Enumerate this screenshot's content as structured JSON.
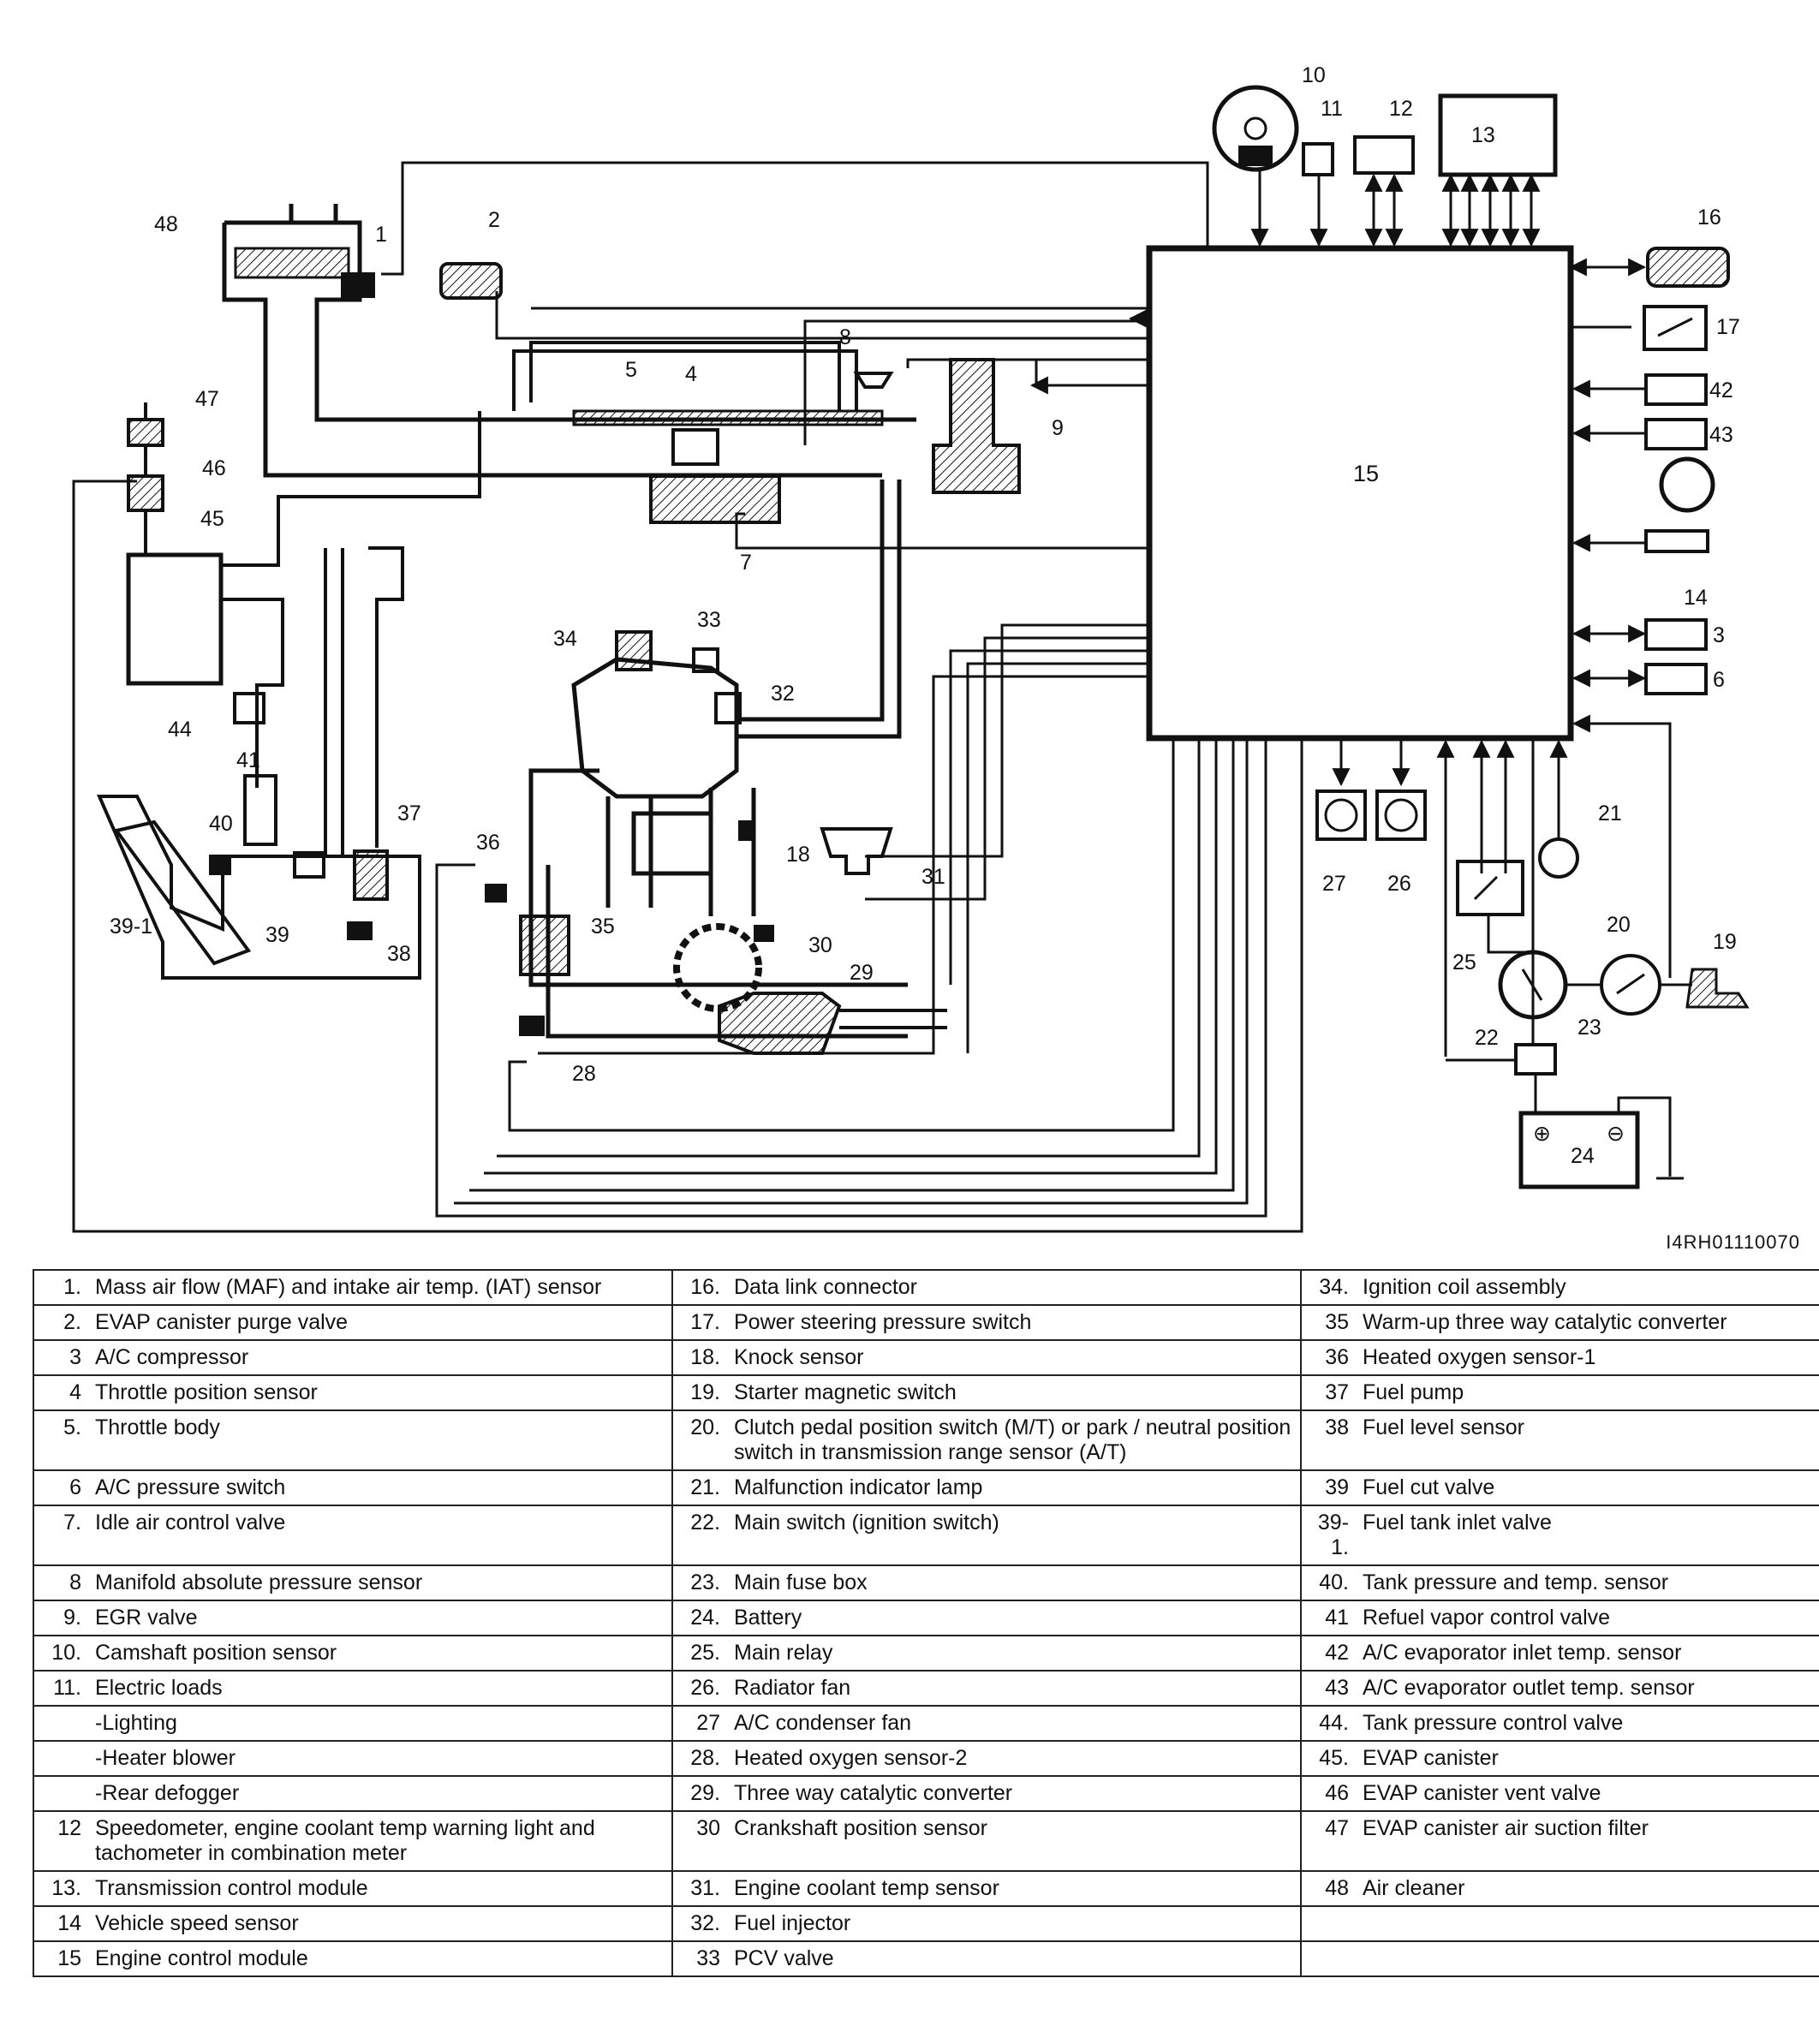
{
  "diagram": {
    "figure_code": "I4RH01110070",
    "ecm_label": "15",
    "callouts": [
      "1",
      "2",
      "3",
      "4",
      "5",
      "6",
      "7",
      "8",
      "9",
      "10",
      "11",
      "12",
      "13",
      "14",
      "16",
      "17",
      "18",
      "19",
      "20",
      "21",
      "22",
      "23",
      "24",
      "25",
      "26",
      "27",
      "28",
      "29",
      "30",
      "31",
      "32",
      "33",
      "34",
      "35",
      "36",
      "37",
      "38",
      "39",
      "39-1",
      "40",
      "41",
      "42",
      "43",
      "44",
      "45",
      "46",
      "47",
      "48"
    ]
  },
  "legend": {
    "rows": [
      [
        {
          "n": "1.",
          "t": "Mass air flow (MAF) and intake air temp. (IAT) sensor"
        },
        {
          "n": "16.",
          "t": "Data link connector"
        },
        {
          "n": "34.",
          "t": "Ignition coil assembly"
        }
      ],
      [
        {
          "n": "2.",
          "t": "EVAP canister purge valve"
        },
        {
          "n": "17.",
          "t": "Power steering pressure switch"
        },
        {
          "n": "35",
          "t": "Warm-up three way catalytic converter"
        }
      ],
      [
        {
          "n": "3",
          "t": "A/C compressor"
        },
        {
          "n": "18.",
          "t": "Knock sensor"
        },
        {
          "n": "36",
          "t": "Heated oxygen sensor-1"
        }
      ],
      [
        {
          "n": "4",
          "t": "Throttle position sensor"
        },
        {
          "n": "19.",
          "t": "Starter magnetic switch"
        },
        {
          "n": "37",
          "t": "Fuel pump"
        }
      ],
      [
        {
          "n": "5.",
          "t": "Throttle body"
        },
        {
          "n": "20.",
          "t": "Clutch pedal position switch (M/T) or park / neutral position switch in transmission range sensor (A/T)"
        },
        {
          "n": "38",
          "t": "Fuel level sensor"
        }
      ],
      [
        {
          "n": "6",
          "t": "A/C pressure switch"
        },
        {
          "n": "21.",
          "t": "Malfunction indicator lamp"
        },
        {
          "n": "39",
          "t": "Fuel cut valve"
        }
      ],
      [
        {
          "n": "7.",
          "t": "Idle air control valve"
        },
        {
          "n": "22.",
          "t": "Main switch (ignition switch)"
        },
        {
          "n": "39-1.",
          "t": "Fuel tank inlet valve"
        }
      ],
      [
        {
          "n": "8",
          "t": "Manifold absolute pressure sensor"
        },
        {
          "n": "23.",
          "t": "Main fuse box"
        },
        {
          "n": "40.",
          "t": "Tank pressure and temp. sensor"
        }
      ],
      [
        {
          "n": "9.",
          "t": "EGR valve"
        },
        {
          "n": "24.",
          "t": "Battery"
        },
        {
          "n": "41",
          "t": "Refuel vapor control valve"
        }
      ],
      [
        {
          "n": "10.",
          "t": "Camshaft position sensor"
        },
        {
          "n": "25.",
          "t": "Main relay"
        },
        {
          "n": "42",
          "t": "A/C evaporator inlet temp. sensor"
        }
      ],
      [
        {
          "n": "11.",
          "t": "Electric loads"
        },
        {
          "n": "26.",
          "t": "Radiator fan"
        },
        {
          "n": "43",
          "t": "A/C evaporator outlet temp. sensor"
        }
      ],
      [
        {
          "n": "",
          "t": "-Lighting"
        },
        {
          "n": "27",
          "t": "A/C condenser fan"
        },
        {
          "n": "44.",
          "t": "Tank pressure control valve"
        }
      ],
      [
        {
          "n": "",
          "t": "-Heater blower"
        },
        {
          "n": "28.",
          "t": "Heated oxygen sensor-2"
        },
        {
          "n": "45.",
          "t": "EVAP canister"
        }
      ],
      [
        {
          "n": "",
          "t": "-Rear defogger"
        },
        {
          "n": "29.",
          "t": "Three way catalytic converter"
        },
        {
          "n": "46",
          "t": "EVAP canister vent valve"
        }
      ],
      [
        {
          "n": "12",
          "t": "Speedometer, engine coolant temp warning light and tachometer in combination meter"
        },
        {
          "n": "30",
          "t": "Crankshaft position sensor"
        },
        {
          "n": "47",
          "t": "EVAP canister air suction filter"
        }
      ],
      [
        {
          "n": "13.",
          "t": "Transmission control module"
        },
        {
          "n": "31.",
          "t": "Engine coolant temp sensor"
        },
        {
          "n": "48",
          "t": "Air cleaner"
        }
      ],
      [
        {
          "n": "14",
          "t": "Vehicle speed sensor"
        },
        {
          "n": "32.",
          "t": "Fuel injector"
        },
        {
          "n": "",
          "t": ""
        }
      ],
      [
        {
          "n": "15",
          "t": "Engine control module"
        },
        {
          "n": "33",
          "t": "PCV valve"
        },
        {
          "n": "",
          "t": ""
        }
      ]
    ]
  }
}
